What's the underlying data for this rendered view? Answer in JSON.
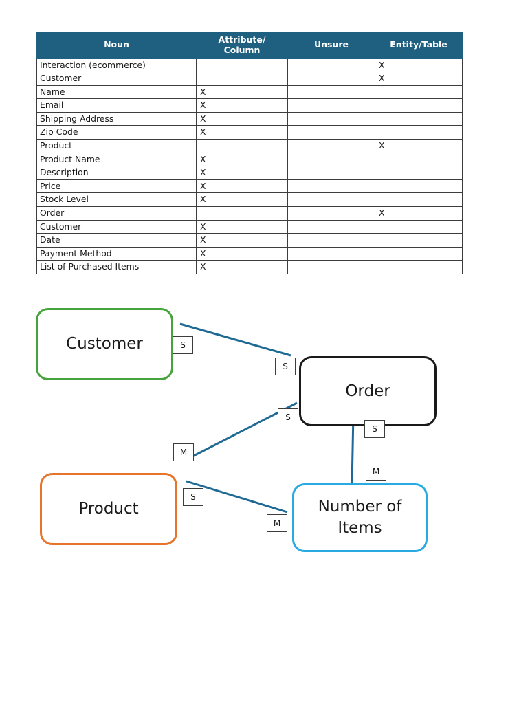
{
  "table": {
    "headers": [
      "Noun",
      "Attribute/\nColumn",
      "Unsure",
      "Entity/Table"
    ],
    "header_noun": "Noun",
    "header_attribute_line1": "Attribute/",
    "header_attribute_line2": "Column",
    "header_unsure": "Unsure",
    "header_entity": "Entity/Table",
    "header_bg": "#1F6080",
    "mark": "X",
    "rows": [
      {
        "noun": "Interaction (ecommerce)",
        "attribute": "",
        "unsure": "",
        "entity": "X"
      },
      {
        "noun": "Customer",
        "attribute": "",
        "unsure": "",
        "entity": "X"
      },
      {
        "noun": "Name",
        "attribute": "X",
        "unsure": "",
        "entity": ""
      },
      {
        "noun": "Email",
        "attribute": "X",
        "unsure": "",
        "entity": ""
      },
      {
        "noun": "Shipping Address",
        "attribute": "X",
        "unsure": "",
        "entity": ""
      },
      {
        "noun": "Zip Code",
        "attribute": "X",
        "unsure": "",
        "entity": ""
      },
      {
        "noun": "Product",
        "attribute": "",
        "unsure": "",
        "entity": "X"
      },
      {
        "noun": "Product Name",
        "attribute": "X",
        "unsure": "",
        "entity": ""
      },
      {
        "noun": "Description",
        "attribute": "X",
        "unsure": "",
        "entity": ""
      },
      {
        "noun": "Price",
        "attribute": "X",
        "unsure": "",
        "entity": ""
      },
      {
        "noun": "Stock Level",
        "attribute": "X",
        "unsure": "",
        "entity": ""
      },
      {
        "noun": "Order",
        "attribute": "",
        "unsure": "",
        "entity": "X"
      },
      {
        "noun": "Customer",
        "attribute": "X",
        "unsure": "",
        "entity": ""
      },
      {
        "noun": "Date",
        "attribute": "X",
        "unsure": "",
        "entity": ""
      },
      {
        "noun": "Payment Method",
        "attribute": "X",
        "unsure": "",
        "entity": ""
      },
      {
        "noun": "List of Purchased Items",
        "attribute": "X",
        "unsure": "",
        "entity": ""
      }
    ]
  },
  "diagram": {
    "line_color": "#1F6A94",
    "entities": {
      "customer": {
        "label": "Customer",
        "border_color": "#47A43D"
      },
      "order": {
        "label": "Order",
        "border_color": "#1a1a1a"
      },
      "product": {
        "label": "Product",
        "border_color": "#E8742C"
      },
      "items": {
        "label_line1": "Number of",
        "label_line2": "Items",
        "border_color": "#29ABE2"
      }
    },
    "cardinality": {
      "customer_to_order_near_customer": "S",
      "customer_to_order_near_order": "S",
      "product_to_order_near_order": "S",
      "product_to_order_near_product": "M",
      "order_to_items_near_order": "S",
      "order_to_items_near_items": "M",
      "product_to_items_near_product": "S",
      "product_to_items_near_items": "M"
    }
  }
}
